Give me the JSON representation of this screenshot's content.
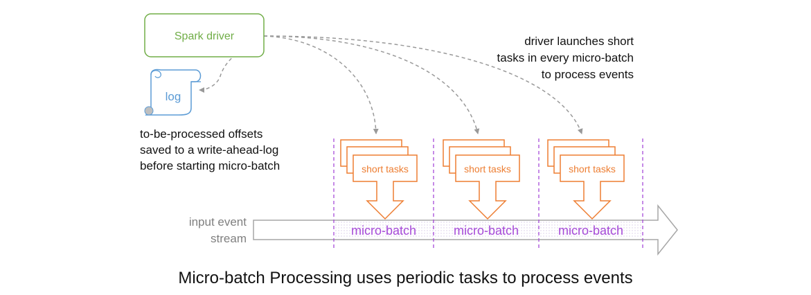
{
  "driver": {
    "label": "Spark driver"
  },
  "log": {
    "label": "log"
  },
  "annotations": {
    "driver_note": [
      "driver launches short",
      "tasks in every micro-batch",
      "to process events"
    ],
    "log_note": [
      "to-be-processed offsets",
      "saved to a write-ahead-log",
      "before starting micro-batch"
    ]
  },
  "stream": {
    "label_lines": [
      "input event",
      "stream"
    ]
  },
  "batches": [
    {
      "tasks_label": "short tasks",
      "batch_label": "micro-batch"
    },
    {
      "tasks_label": "short tasks",
      "batch_label": "micro-batch"
    },
    {
      "tasks_label": "short tasks",
      "batch_label": "micro-batch"
    }
  ],
  "caption": "Micro-batch Processing uses periodic tasks to process events",
  "colors": {
    "driver": "#70ad47",
    "log": "#5b9bd5",
    "tasks": "#ed7d31",
    "batch": "#a64ad8",
    "arrow": "#999999",
    "stream": "#a6a6a6"
  }
}
